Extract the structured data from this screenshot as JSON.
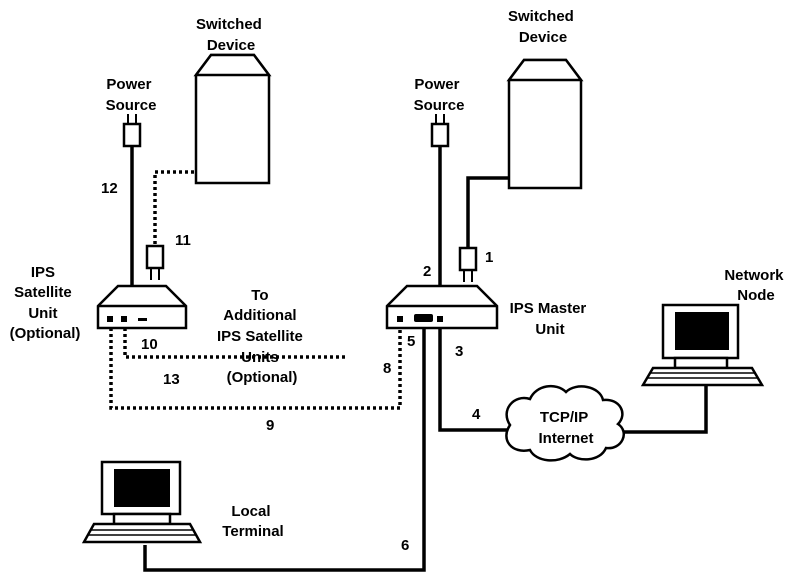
{
  "labels": {
    "switched_device_left": [
      "Switched",
      "Device"
    ],
    "switched_device_right": [
      "Switched",
      "Device"
    ],
    "power_source_left": [
      "Power",
      "Source"
    ],
    "power_source_right": [
      "Power",
      "Source"
    ],
    "ips_satellite": [
      "IPS",
      "Satellite",
      "Unit",
      "(Optional)"
    ],
    "to_additional": [
      "To",
      "Additional",
      "IPS Satellite",
      "Units",
      "(Optional)"
    ],
    "ips_master": [
      "IPS Master",
      "Unit"
    ],
    "network_node": [
      "Network",
      "Node"
    ],
    "cloud": [
      "TCP/IP",
      "Internet"
    ],
    "local_terminal": [
      "Local",
      "Terminal"
    ]
  },
  "cable_numbers": [
    "1",
    "2",
    "3",
    "4",
    "5",
    "6",
    "8",
    "9",
    "10",
    "11",
    "12",
    "13"
  ]
}
